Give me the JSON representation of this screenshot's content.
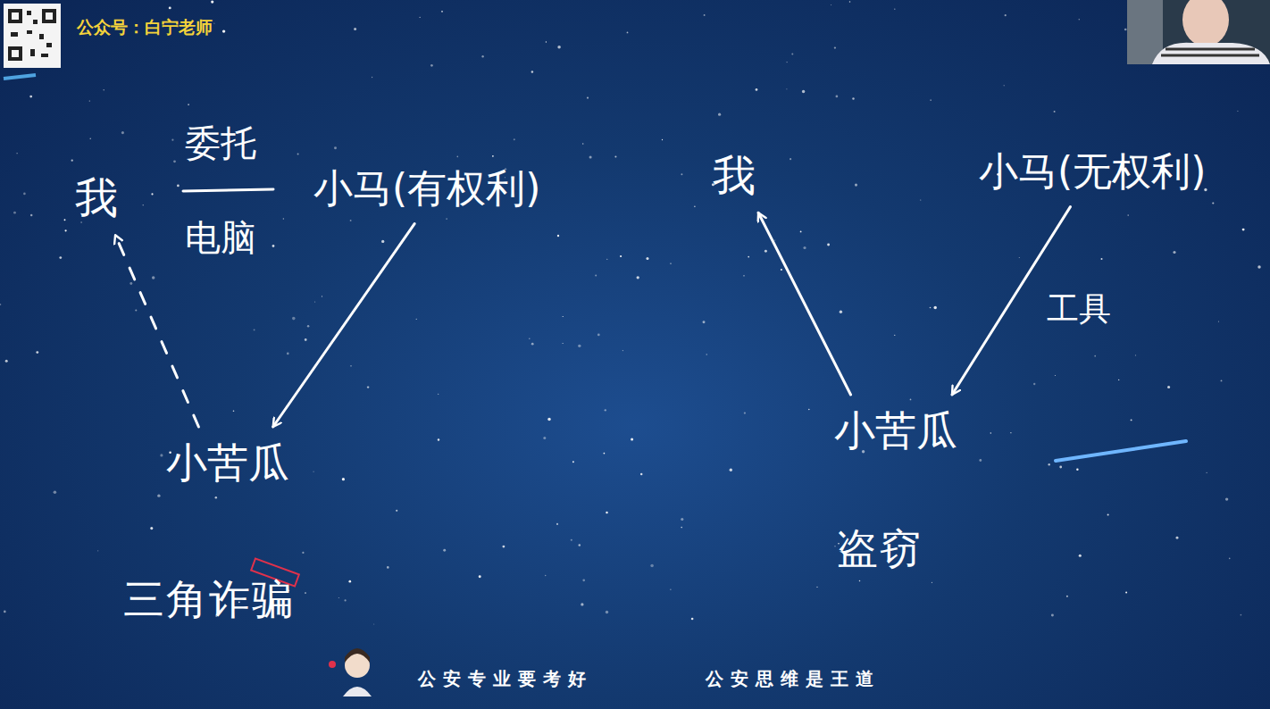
{
  "diagram": {
    "nodes": [
      {
        "text": [
          "我"
        ]
      },
      {
        "text": [
          "小马(有权利)"
        ]
      },
      {
        "text": [
          "小苦瓜"
        ]
      },
      {
        "text": [
          "我"
        ]
      },
      {
        "text": [
          "小马(无权利)"
        ]
      },
      {
        "text": [
          "小苦瓜"
        ]
      }
    ],
    "edges": [
      {
        "from": 1,
        "to": 2,
        "arrow": "to"
      },
      {
        "from": 2,
        "to": 0,
        "arrow": "to"
      },
      {
        "from": 4,
        "to": 5,
        "label": "工具",
        "arrow": "to"
      },
      {
        "from": 5,
        "to": 3,
        "arrow": "to"
      }
    ],
    "labels": [
      "公众号：白宁老师",
      "委托",
      "电脑",
      "三角诈骗",
      "盗窃",
      "公安专业要考好",
      "公安思维是王道"
    ]
  }
}
